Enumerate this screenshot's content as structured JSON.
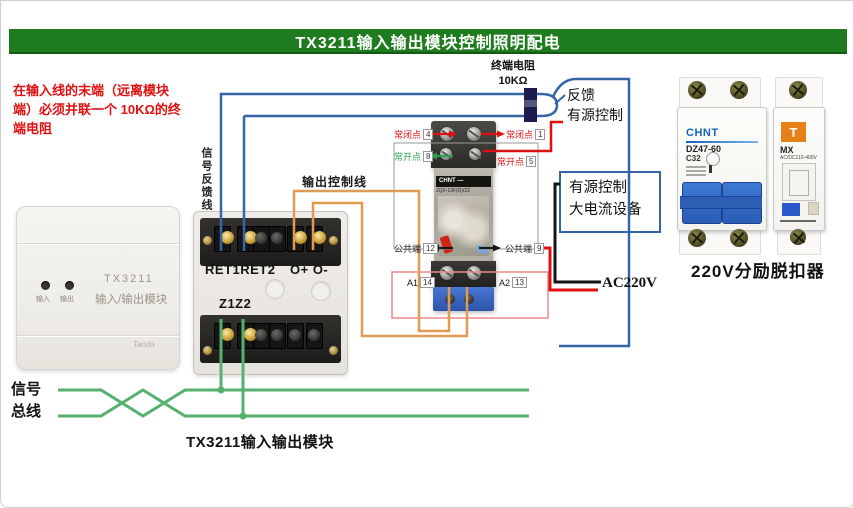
{
  "title": "TX3211输入输出模块控制照明配电",
  "note": {
    "lines": [
      "在输入线的末端（远离模块",
      "端）必须并联一个 10KΩ的终",
      "端电阻"
    ]
  },
  "module": {
    "model": "TX3211",
    "name": "输入/输出模块",
    "led_input": "输入",
    "led_output": "输出",
    "brand": "Tanda"
  },
  "terminal_panel": {
    "feedback_label_vertical": "信号反馈线",
    "output_control_label": "输出控制线",
    "row1_left": "RET1RET2",
    "row1_right": "O+ O-",
    "row2_label": "Z1Z2"
  },
  "relay": {
    "brand": "CHNT",
    "model": "JQX-13F(D)/2Z",
    "nc_left": {
      "text": "常闭点",
      "num": "4"
    },
    "nc_right": {
      "text": "常闭点",
      "num": "1"
    },
    "no_left": {
      "text": "常开点",
      "num": "8"
    },
    "no_right": {
      "text": "常开点",
      "num": "5"
    },
    "com_left": {
      "text": "公共端",
      "num": "12"
    },
    "com_right": {
      "text": "公共端",
      "num": "9"
    },
    "coil_left": {
      "text": "A1",
      "num": "14"
    },
    "coil_right": {
      "text": "A2",
      "num": "13"
    }
  },
  "annotations": {
    "terminal_resistor": "终端电阻",
    "resistor_value": "10KΩ",
    "feedback": "反馈",
    "active_control": "有源控制",
    "active_load": [
      "有源控制",
      "大电流设备"
    ],
    "ac_power": "AC220V",
    "signal_bus": [
      "信号",
      "总线"
    ],
    "module_caption": "TX3211输入输出模块",
    "breaker_caption": "220V分励脱扣器"
  },
  "breakers": {
    "main": {
      "brand": "CHNT",
      "model": "DZ47-60",
      "rating": "C32"
    },
    "shunt": {
      "trip_button": "T",
      "model": "MX",
      "rating": "AC/DC110-400V"
    }
  },
  "colors": {
    "title-green": "#1e7c1e",
    "note-red": "#e01010",
    "wire-blue": "#3465a4",
    "wire-red": "#dd1111",
    "wire-orange": "#e09a52",
    "wire-green": "#57b16e",
    "wire-black": "#151515",
    "chnt-blue": "#1463b8",
    "toggle-blue": "#2f6bc5",
    "trip-orange": "#e8801a"
  }
}
